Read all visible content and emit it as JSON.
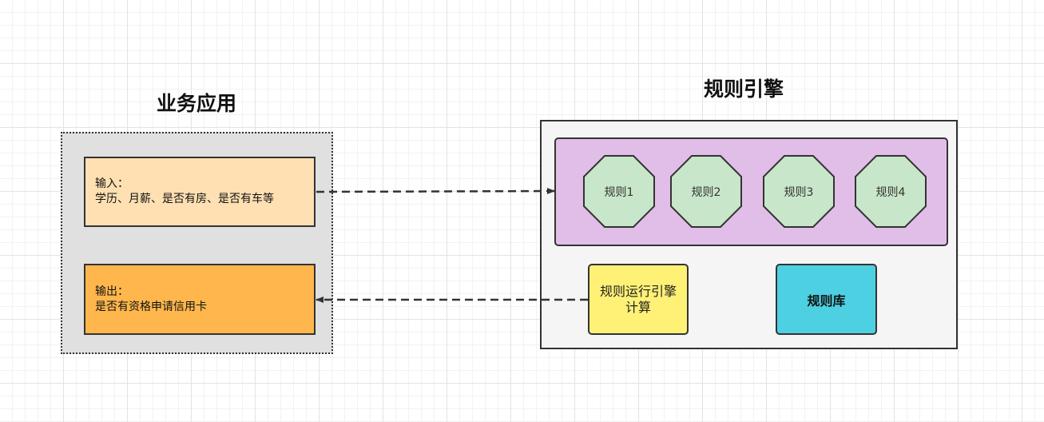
{
  "app": {
    "title": "业务应用",
    "input": {
      "label": "输入：",
      "text": "学历、月薪、是否有房、是否有车等"
    },
    "output": {
      "label": "输出：",
      "text": "是否有资格申请信用卡"
    }
  },
  "engine": {
    "title": "规则引擎",
    "rules": [
      "规则1",
      "规则2",
      "规则3",
      "规则4"
    ],
    "calc_label": "规则运行引擎计算",
    "library_label": "规则库"
  },
  "colors": {
    "app_bg": "#e0e0e0",
    "input_fill": "#ffe0b2",
    "output_fill": "#ffb74d",
    "rules_group_fill": "#e1bee7",
    "rule_fill": "#c8e6c9",
    "calc_fill": "#fff176",
    "library_fill": "#4dd0e1"
  }
}
